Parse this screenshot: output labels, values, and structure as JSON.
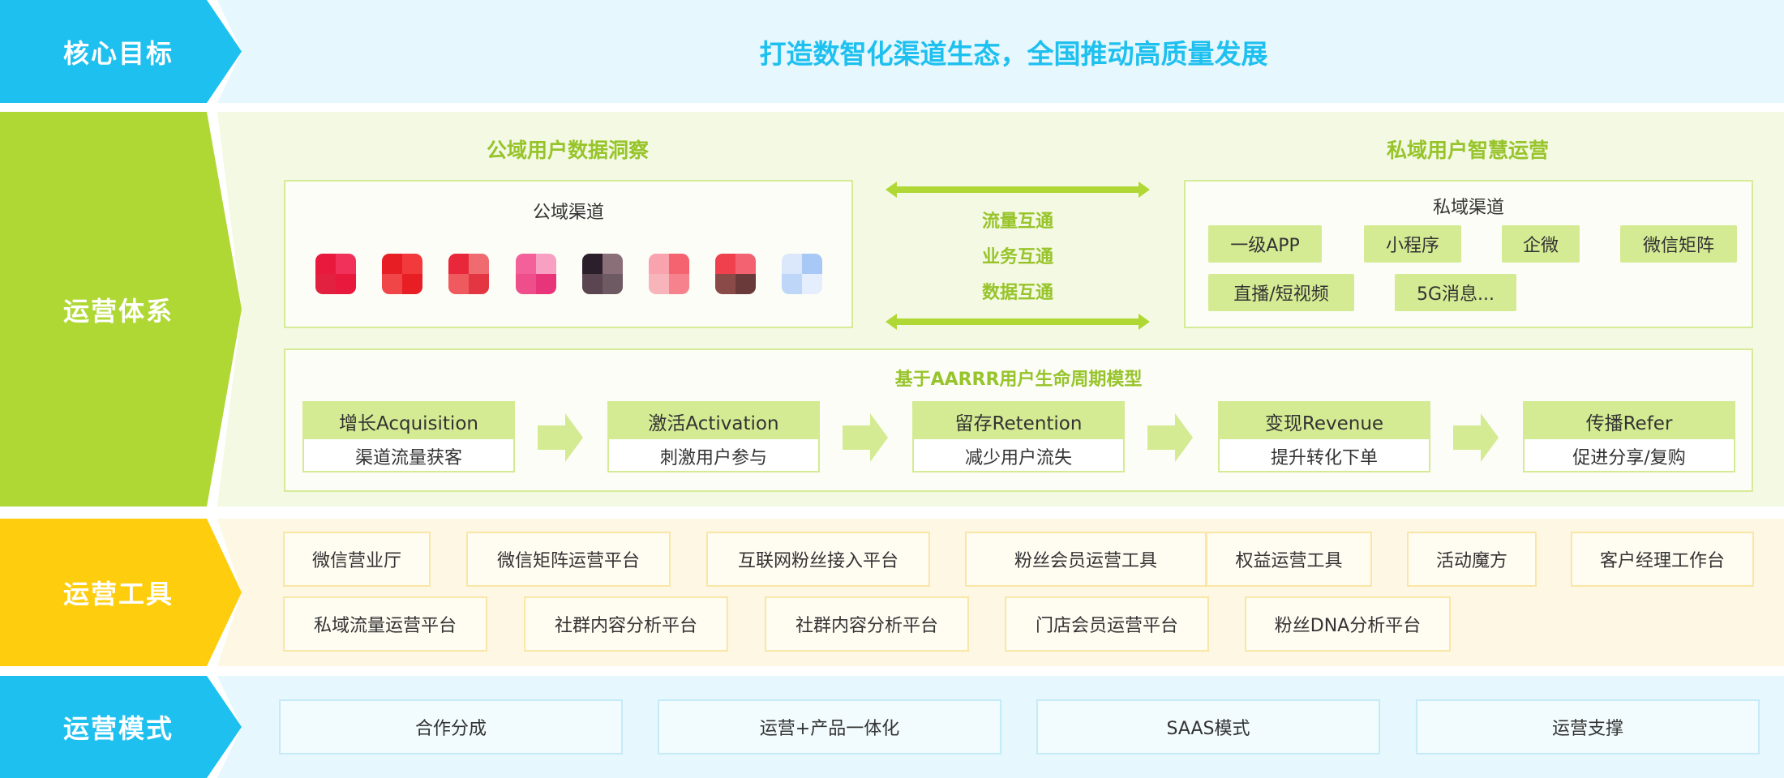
{
  "rows": {
    "goal": {
      "label": "核心目标",
      "text": "打造数智化渠道生态，全国推动高质量发展"
    },
    "system": {
      "label": "运营体系"
    },
    "tools": {
      "label": "运营工具"
    },
    "modes": {
      "label": "运营模式"
    }
  },
  "public": {
    "section_title": "公域用户数据洞察",
    "box_title": "公域渠道",
    "logos": [
      {
        "name": "app-logo-1",
        "colors": [
          "#e8193c",
          "#f2315a",
          "#e2203f",
          "#e8193c"
        ]
      },
      {
        "name": "app-logo-2",
        "colors": [
          "#e81e25",
          "#f23a3c",
          "#f04648",
          "#e81e25"
        ]
      },
      {
        "name": "app-logo-3",
        "colors": [
          "#e8283a",
          "#f06b70",
          "#ef5a5e",
          "#e33642"
        ]
      },
      {
        "name": "app-logo-4",
        "colors": [
          "#f4619a",
          "#f7a0c2",
          "#ee4f8a",
          "#e8357a"
        ]
      },
      {
        "name": "app-logo-5",
        "colors": [
          "#2a1f2a",
          "#8a6f78",
          "#5a4550",
          "#6e5a62"
        ]
      },
      {
        "name": "app-logo-6",
        "colors": [
          "#f9a3ae",
          "#f4636f",
          "#f7b4bb",
          "#f6828d"
        ]
      },
      {
        "name": "app-logo-7",
        "colors": [
          "#f0404e",
          "#f36270",
          "#8a4a48",
          "#6a3a3a"
        ]
      },
      {
        "name": "app-logo-8",
        "colors": [
          "#dbe8fb",
          "#a8c8f6",
          "#bed6f8",
          "#e4eefc"
        ]
      }
    ]
  },
  "flow": {
    "items": [
      "流量互通",
      "业务互通",
      "数据互通"
    ]
  },
  "private": {
    "section_title": "私域用户智慧运营",
    "box_title": "私域渠道",
    "tags": [
      "一级APP",
      "小程序",
      "企微",
      "微信矩阵",
      "直播/短视频",
      "5G消息..."
    ]
  },
  "aarrr": {
    "title": "基于AARRR用户生命周期模型",
    "stages": [
      {
        "head": "增长Acquisition",
        "body": "渠道流量获客"
      },
      {
        "head": "激活Activation",
        "body": "刺激用户参与"
      },
      {
        "head": "留存Retention",
        "body": "减少用户流失"
      },
      {
        "head": "变现Revenue",
        "body": "提升转化下单"
      },
      {
        "head": "传播Refer",
        "body": "促进分享/复购"
      }
    ]
  },
  "tools": {
    "row1": [
      "微信营业厅",
      "微信矩阵运营平台",
      "互联网粉丝接入平台",
      "粉丝会员运营工具",
      "权益运营工具",
      "活动魔方",
      "客户经理工作台"
    ],
    "row2": [
      "私域流量运营平台",
      "社群内容分析平台",
      "社群内容分析平台",
      "门店会员运营平台",
      "粉丝DNA分析平台"
    ]
  },
  "modes": [
    "合作分成",
    "运营+产品一体化",
    "SAAS模式",
    "运营支撑"
  ],
  "colors": {
    "blue": "#1ec0ef",
    "green": "#b0d835",
    "yellow": "#fecd0d",
    "green_text": "#97c42a"
  }
}
